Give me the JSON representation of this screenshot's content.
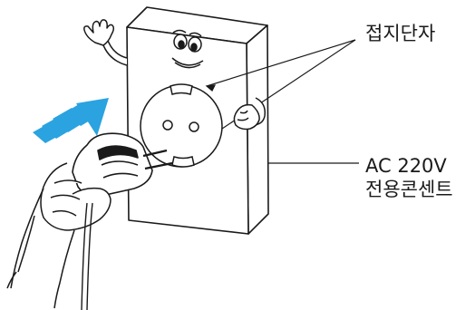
{
  "labels": {
    "ground_terminal": "접지단자",
    "outlet_line1": "AC 220V",
    "outlet_line2": "전용콘센트"
  },
  "colors": {
    "line": "#1a1a1a",
    "arrow_blue": "#2aa3e0",
    "background": "#ffffff"
  },
  "icons": [
    "outlet-character",
    "power-plug",
    "hand",
    "insert-arrow"
  ]
}
